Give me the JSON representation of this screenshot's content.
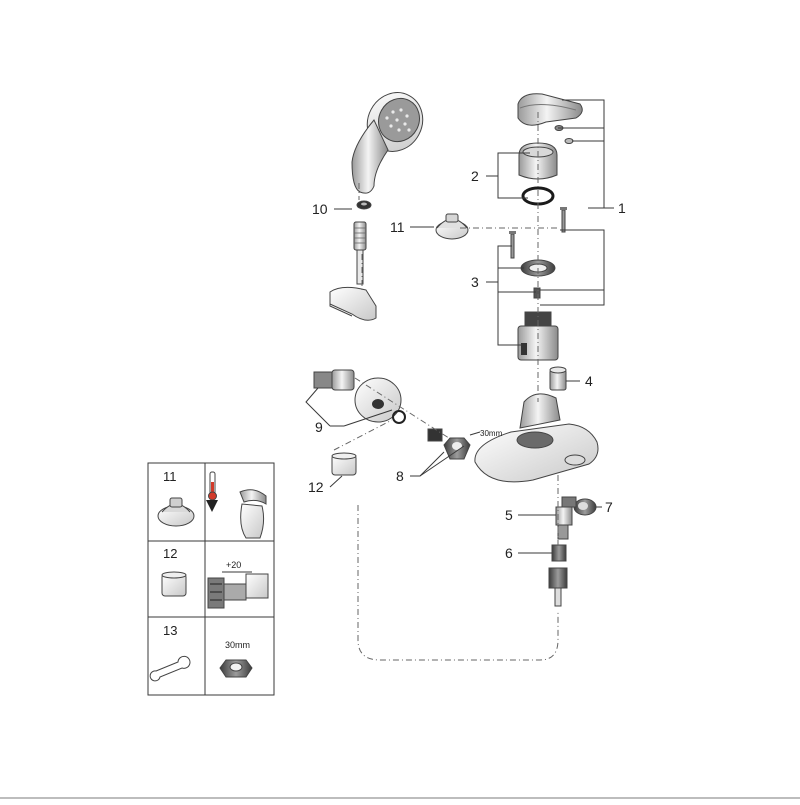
{
  "parts": {
    "p1": "1",
    "p2": "2",
    "p3": "3",
    "p4": "4",
    "p5": "5",
    "p6": "6",
    "p7": "7",
    "p8": "8",
    "p9": "9",
    "p10": "10",
    "p11": "11",
    "p12": "12"
  },
  "annotations": {
    "nut_size": "30mm"
  },
  "legend": {
    "rows": [
      {
        "number": "11"
      },
      {
        "number": "12",
        "dimension": "+20"
      },
      {
        "number": "13",
        "dimension": "30mm"
      }
    ]
  },
  "colors": {
    "line": "#3a3a3a",
    "part_light": "#e6e6e6",
    "part_mid": "#bdbdbd",
    "part_dark": "#5a5a5a",
    "thermo_red": "#d23a2a"
  },
  "icons": {
    "thermometer": "thermometer-icon",
    "wrench": "wrench-icon"
  }
}
